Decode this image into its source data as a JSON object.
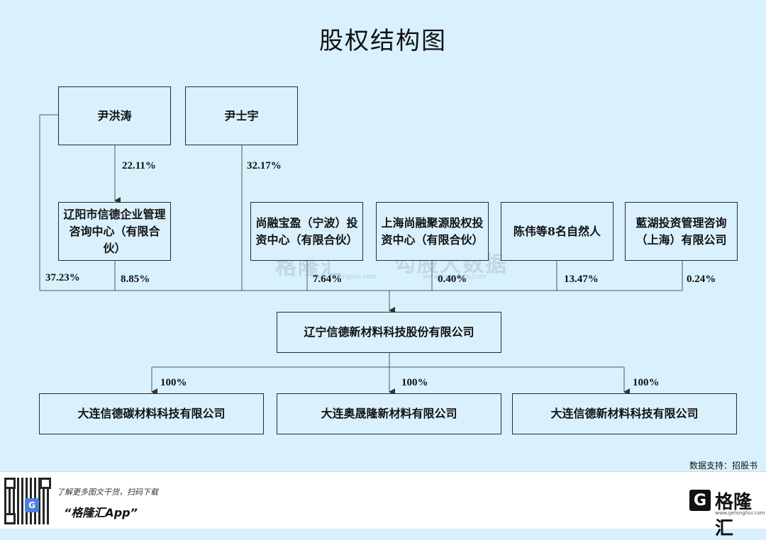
{
  "title": "股权结构图",
  "nodes": {
    "yin_hongtao": "尹洪涛",
    "yin_shiyu": "尹士宇",
    "liaoyang": "辽阳市信德企业管理咨询中心（有限合伙）",
    "shangrong_baoying": "尚融宝盈（宁波）投资中心（有限合伙）",
    "shanghai_shangrong": "上海尚融聚源股权投资中心（有限合伙）",
    "chen_wei": "陈伟等8名自然人",
    "lanhu": "藍湖投资管理咨询（上海）有限公司",
    "company": "辽宁信德新材料科技股份有限公司",
    "sub1": "大连信德碳材料科技有限公司",
    "sub2": "大连奥晟隆新材料有限公司",
    "sub3": "大连信德新材料科技有限公司"
  },
  "percentages": {
    "hongtao_to_liaoyang": "22.11%",
    "shiyu_to_company": "32.17%",
    "hongtao_to_company": "37.23%",
    "liaoyang_to_company": "8.85%",
    "shangrong_baoying": "7.64%",
    "shanghai_shangrong": "0.40%",
    "chen_wei": "13.47%",
    "lanhu": "0.24%",
    "sub1": "100%",
    "sub2": "100%",
    "sub3": "100%"
  },
  "watermark": {
    "brand": "格隆汇",
    "brand_url": "www.gelonghui.com",
    "data_brand": "勾股大数据",
    "data_url": "www.gogudata.com"
  },
  "data_support": "数据支持：招股书",
  "footer": {
    "line1": "了解更多图文干货，扫码下载",
    "line2": "“格隆汇App”",
    "logo_glyph": "G",
    "logo_name": "格隆汇",
    "logo_url": "www.gelonghui.com"
  }
}
